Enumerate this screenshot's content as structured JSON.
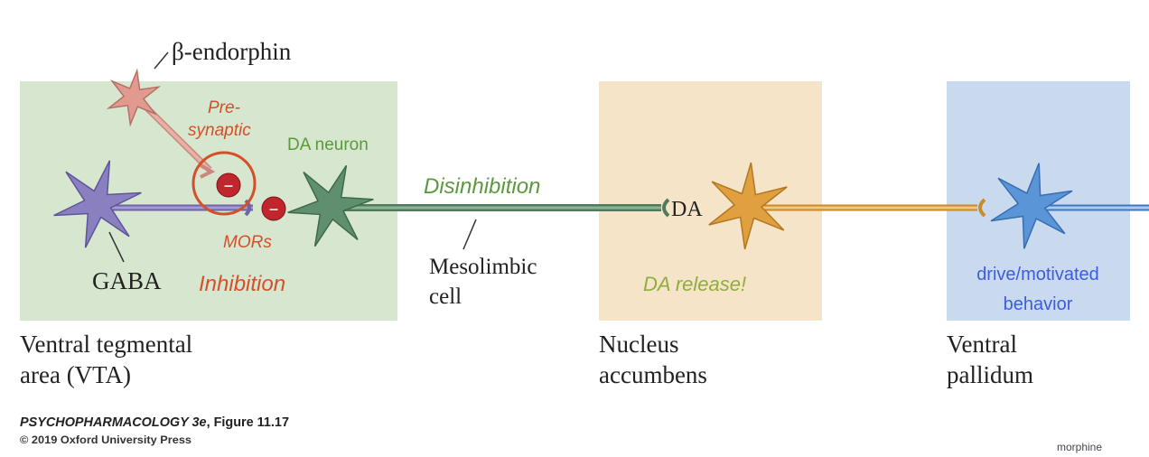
{
  "colors": {
    "vta_region": "#d6e6cf",
    "nac_region": "#f6e4c8",
    "vp_region": "#c9daef",
    "inhibition_red": "#d4502a",
    "mor_fill": "#c0262c",
    "green_text": "#5b9a3c",
    "dopamine_release_text": "#8fae3e",
    "blue_text": "#3b5ce0",
    "gaba_neuron": "#8a80c0",
    "endorphin_neuron": "#e09a90",
    "da_neuron": "#5f8f6e",
    "nac_neuron": "#e0a040",
    "vp_neuron": "#5a95d8"
  },
  "labels": {
    "beta_endorphin": "β-endorphin",
    "presynaptic_line1": "Pre-",
    "presynaptic_line2": "synaptic",
    "da_neuron": "DA neuron",
    "disinhibition": "Disinhibition",
    "da": "DA",
    "mors": "MORs",
    "gaba": "GABA",
    "inhibition": "Inhibition",
    "mesolimbic_line1": "Mesolimbic",
    "mesolimbic_line2": "cell",
    "da_release": "DA release!",
    "drive_line1": "drive/motivated",
    "drive_line2": "behavior",
    "minus_sign": "–"
  },
  "regions": [
    {
      "line1": "Ventral tegmental",
      "line2": "area (VTA)"
    },
    {
      "line1": "Nucleus",
      "line2": "accumbens"
    },
    {
      "line1": "Ventral",
      "line2": "pallidum"
    }
  ],
  "footer": {
    "book_title": "PSYCHOPHARMACOLOGY 3e",
    "figure": ", Figure 11.17",
    "copyright": "© 2019 Oxford University Press",
    "tag": "morphine"
  }
}
